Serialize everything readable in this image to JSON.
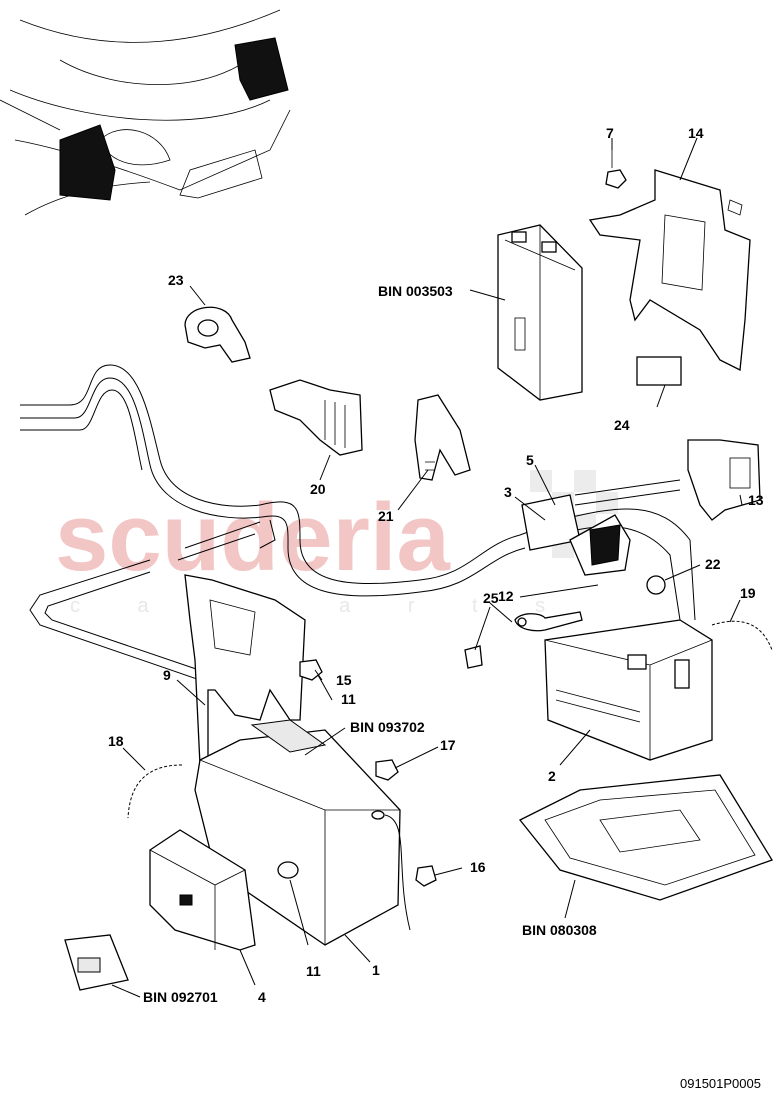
{
  "watermark": {
    "main": "scuderia",
    "sub": "c a r p a r t s"
  },
  "drawing_number": "091501P0005",
  "labels": {
    "l1": "1",
    "l2": "2",
    "l3": "3",
    "l4": "4",
    "l5": "5",
    "l7": "7",
    "l9": "9",
    "l11a": "11",
    "l11b": "11",
    "l12": "12",
    "l13": "13",
    "l14": "14",
    "l15": "15",
    "l16": "16",
    "l17": "17",
    "l18": "18",
    "l19": "19",
    "l20": "20",
    "l21": "21",
    "l22": "22",
    "l23": "23",
    "l24": "24",
    "l25": "25"
  },
  "bin_refs": {
    "b003503": "BIN 003503",
    "b093702": "BIN 093702",
    "b080308": "BIN 080308",
    "b092701": "BIN 092701"
  }
}
